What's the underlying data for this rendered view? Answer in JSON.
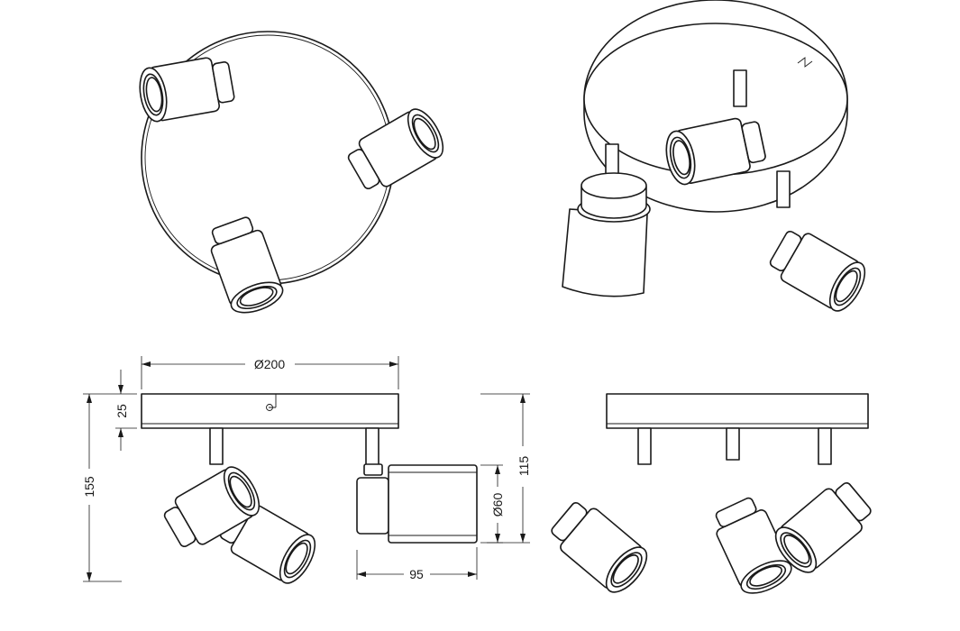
{
  "drawing": {
    "dimensions": {
      "canopy_diameter": "Ø200",
      "canopy_height": "25",
      "total_height": "155",
      "side_height": "115",
      "spot_diameter": "Ø60",
      "spot_depth": "95"
    },
    "colors": {
      "line": "#1a1a1a",
      "background": "#ffffff"
    }
  }
}
